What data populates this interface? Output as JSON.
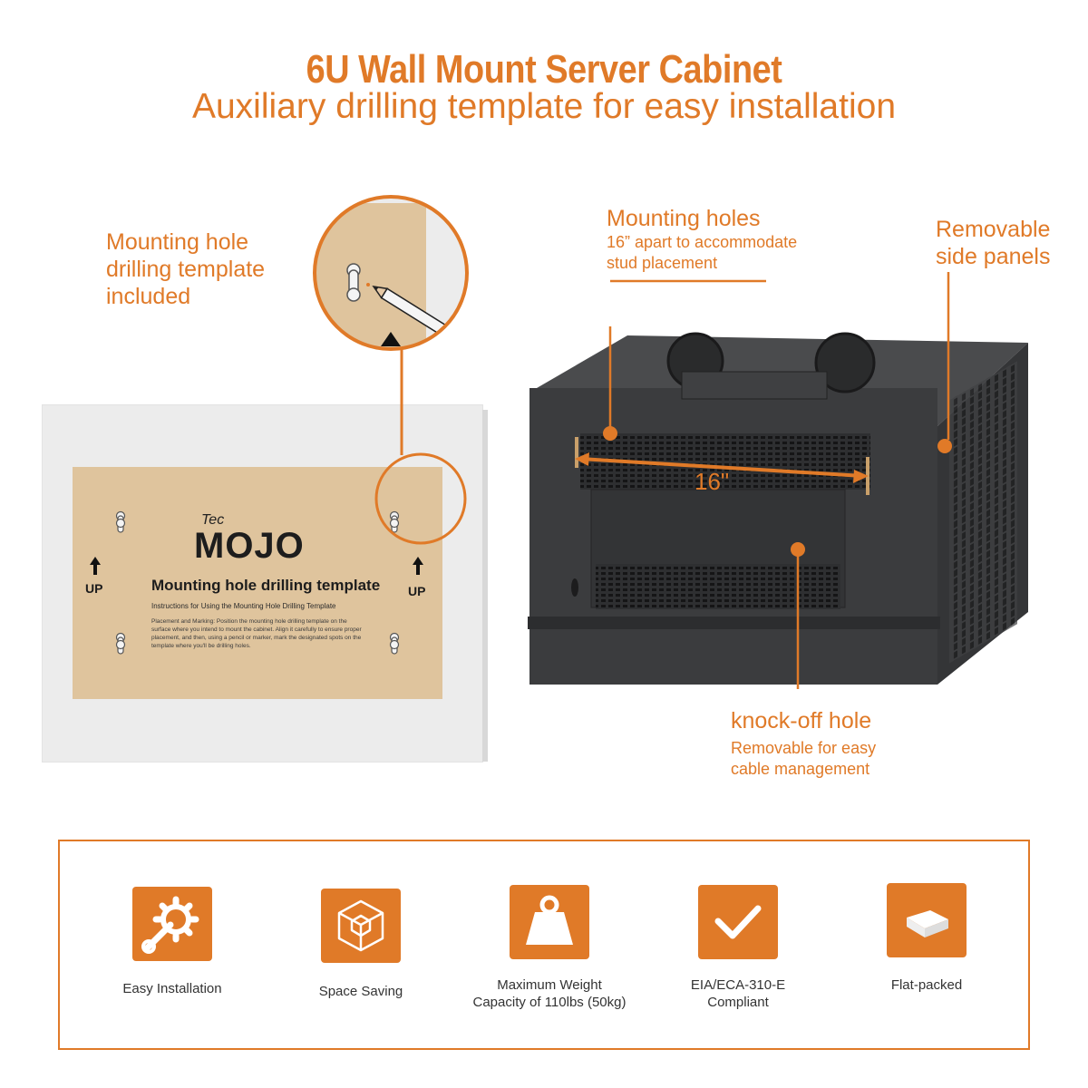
{
  "header": {
    "title": "6U Wall Mount Server Cabinet",
    "subtitle": "Auxiliary drilling template for easy installation"
  },
  "callouts": {
    "template": {
      "line1": "Mounting hole",
      "line2": "drilling template",
      "line3": "included"
    },
    "mounting_holes": {
      "title": "Mounting holes",
      "line1": "16” apart to accommodate",
      "line2": "stud placement"
    },
    "side_panels": {
      "line1": "Removable",
      "line2": "side panels"
    },
    "knockoff": {
      "title": "knock-off hole",
      "line1": "Removable for easy",
      "line2": "cable management"
    },
    "dimension": "16\""
  },
  "template_paper": {
    "logo_small": "Tec",
    "logo": "MOJO",
    "heading": "Mounting hole drilling template",
    "subheading": "Instructions for Using the Mounting Hole Drilling Template",
    "body": "Placement and Marking: Position the mounting hole drilling template on the surface where you intend to mount the cabinet. Align it carefully to ensure proper placement, and then, using a pencil or marker, mark the designated spots on the template where you'll be drilling holes.",
    "up_left": "UP",
    "up_right": "UP"
  },
  "features": [
    {
      "icon": "gear-wrench-icon",
      "label": "Easy Installation"
    },
    {
      "icon": "cube-icon",
      "label": "Space Saving"
    },
    {
      "icon": "weight-icon",
      "label_line1": "Maximum Weight",
      "label_line2": "Capacity of 110lbs (50kg)"
    },
    {
      "icon": "checkmark-icon",
      "label_line1": "EIA/ECA-310-E",
      "label_line2": "Compliant"
    },
    {
      "icon": "box-icon",
      "label": "Flat-packed"
    }
  ],
  "colors": {
    "accent": "#e07a28",
    "paper": "#dfc49d",
    "cabinet": "#3a3b3d"
  }
}
